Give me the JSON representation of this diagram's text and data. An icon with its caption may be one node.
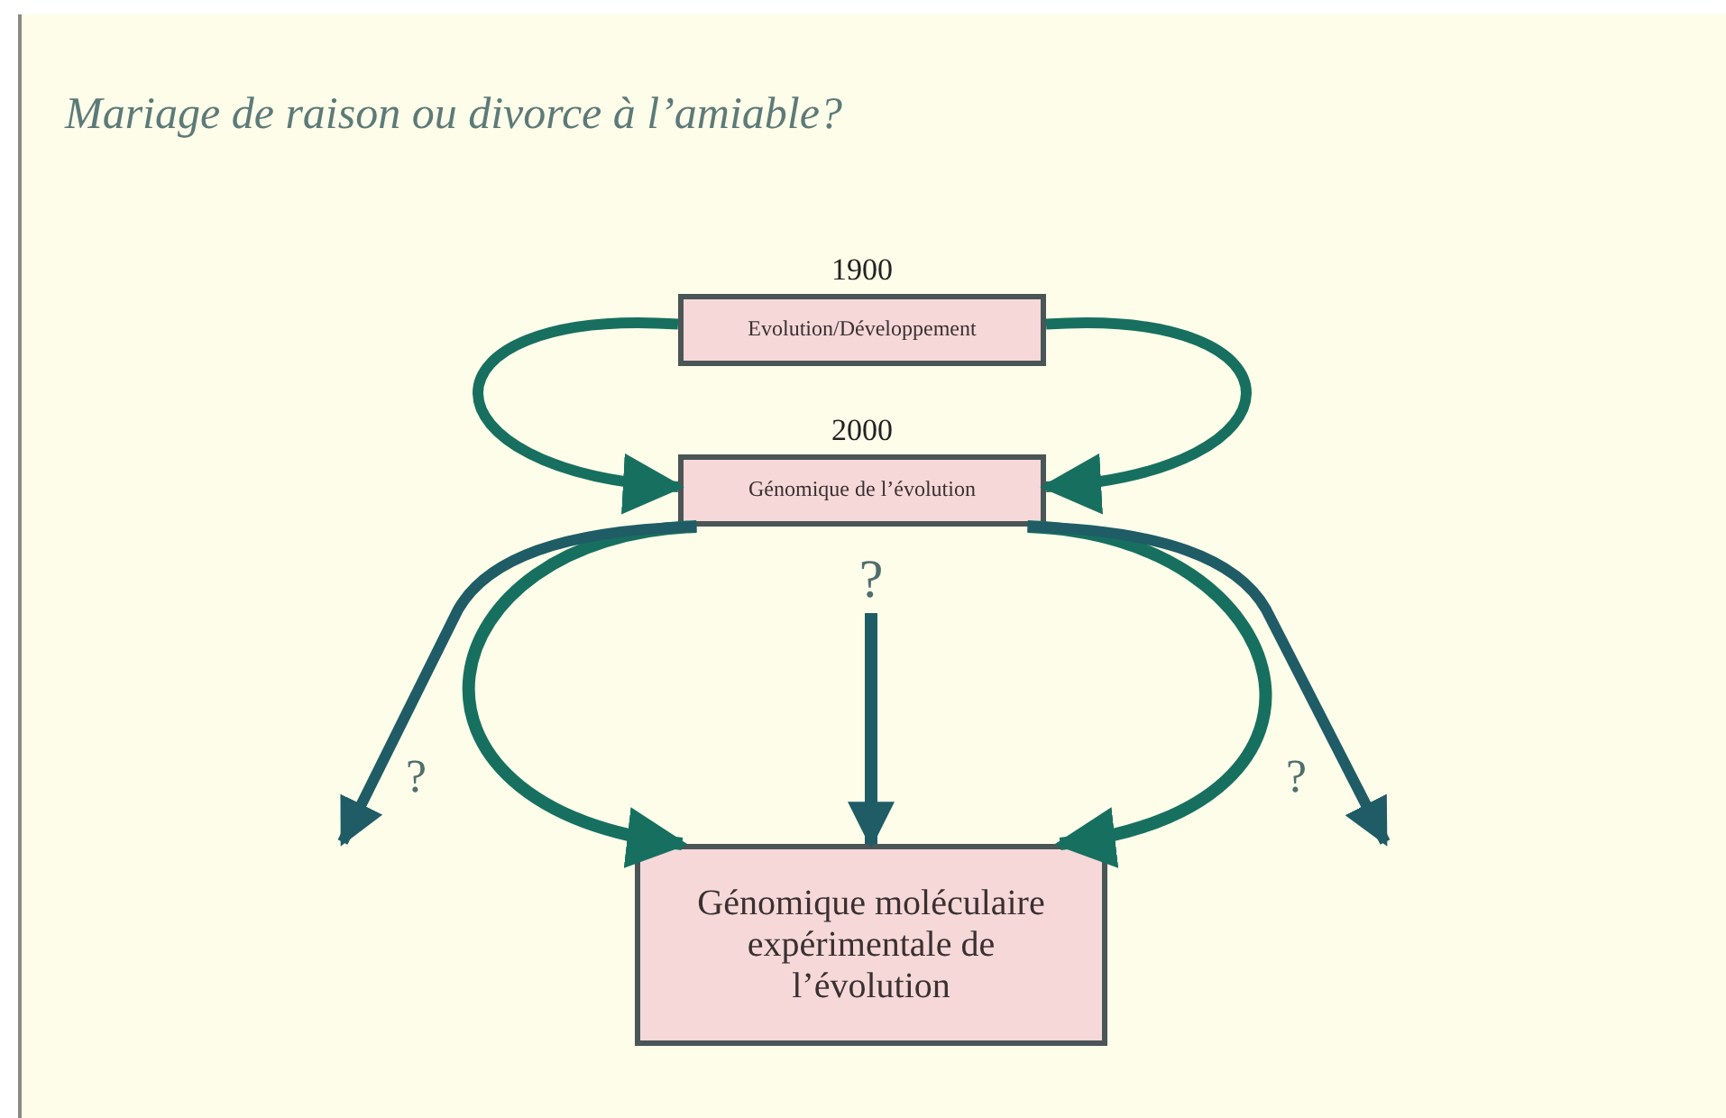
{
  "diagram": {
    "title": "Mariage de raison ou divorce à l’amiable?",
    "nodes": [
      {
        "text": [
          "Evolution/Développement"
        ],
        "beside": [
          "1900"
        ]
      },
      {
        "text": [
          "Génomique de l’évolution"
        ],
        "beside": [
          "2000"
        ]
      },
      {
        "text": [
          "Génomique moléculaire expérimentale de l’évolution"
        ]
      },
      {
        "text": [
          "?"
        ]
      }
    ],
    "edges": [
      {
        "from": 0,
        "to": 1,
        "arrow": "to"
      },
      {
        "from": 0,
        "to": 1,
        "arrow": "to"
      },
      {
        "from": 1,
        "to": 2,
        "arrow": "to"
      },
      {
        "from": 1,
        "to": 2,
        "arrow": "to"
      },
      {
        "from": 3,
        "to": 2,
        "arrow": "to",
        "color": "#1f5c66"
      },
      {
        "from": 1,
        "to": null,
        "arrow": "to",
        "label": "?",
        "color": "#1f5c66"
      },
      {
        "from": 1,
        "to": null,
        "arrow": "to",
        "label": "?",
        "color": "#1f5c66"
      }
    ]
  }
}
